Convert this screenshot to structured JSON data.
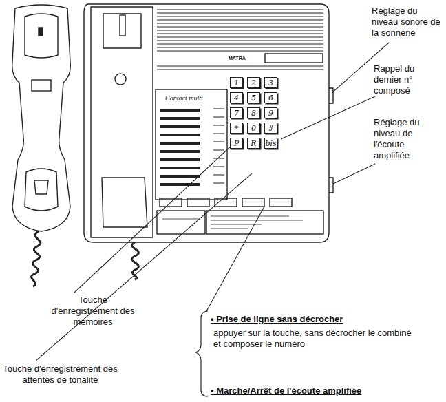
{
  "diagram": {
    "nodes": [
      {
        "text": [
          "1"
        ]
      },
      {
        "text": [
          "2"
        ]
      },
      {
        "text": [
          "3"
        ]
      },
      {
        "text": [
          "4"
        ]
      },
      {
        "text": [
          "5"
        ]
      },
      {
        "text": [
          "6"
        ]
      },
      {
        "text": [
          "7"
        ]
      },
      {
        "text": [
          "8"
        ]
      },
      {
        "text": [
          "9"
        ]
      },
      {
        "text": [
          "*"
        ]
      },
      {
        "text": [
          "0"
        ]
      },
      {
        "text": [
          "#"
        ]
      },
      {
        "text": [
          "P"
        ]
      },
      {
        "text": [
          "R"
        ]
      },
      {
        "text": [
          "bis"
        ]
      }
    ],
    "labels": [
      "Réglage du niveau sonore de la sonnerie",
      "Rappel du dernier n° composé",
      "Réglage du niveau de l'écoute amplifiée",
      "Touche d'enregistrement des mémoires",
      "Touche d'enregistrement des attentes de tonalité",
      "• Prise de ligne sans décrocher",
      "appuyer sur la touche, sans décrocher le combiné et composer le numéro",
      "• Marche/Arrêt de l'écoute amplifiée",
      "MATRA",
      "Contact multi"
    ]
  }
}
